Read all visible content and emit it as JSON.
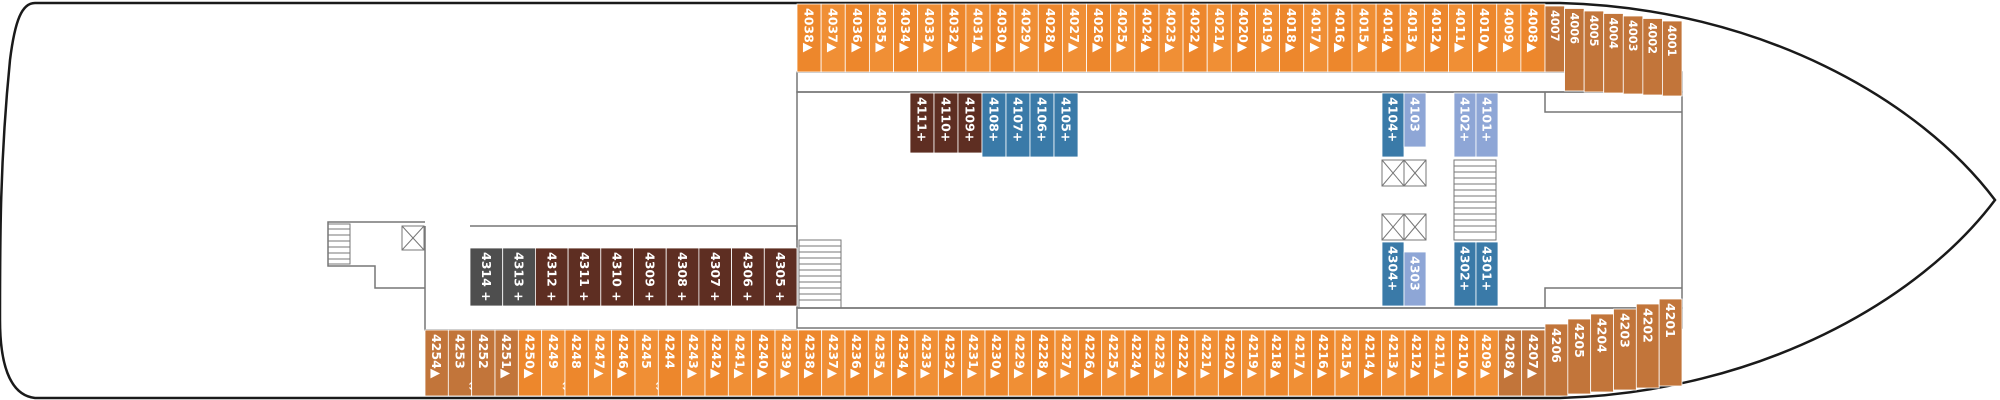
{
  "colors": {
    "balcony": "#ED872C",
    "balcony_alt": "#F08F35",
    "balcony_dark": "#C2753A",
    "suite": "#5E2E22",
    "suite_grey": "#4E4E4E",
    "ocean_blue": "#3A7AA8",
    "light_blue": "#8EA6D6",
    "hull_line": "#1a1a1a",
    "wall_line": "#666666"
  },
  "cabin_groups": {
    "top_forward": [
      "4007",
      "4006",
      "4005",
      "4004",
      "4003",
      "4002",
      "4001"
    ],
    "top_row": [
      "4038",
      "4037",
      "4036",
      "4035",
      "4034",
      "4033",
      "4032",
      "4031",
      "4030",
      "4029",
      "4028",
      "4027",
      "4026",
      "4025",
      "4024",
      "4023",
      "4022",
      "4021",
      "4020",
      "4019",
      "4018",
      "4017",
      "4016",
      "4015",
      "4014",
      "4013",
      "4012",
      "4011",
      "4010",
      "4009",
      "4008"
    ],
    "bottom_row": [
      "4254",
      "4253",
      "4252",
      "4251",
      "4250",
      "4249",
      "4248",
      "4247",
      "4246",
      "4245",
      "4244",
      "4243",
      "4242",
      "4241",
      "4240",
      "4239",
      "4238",
      "4237",
      "4236",
      "4235",
      "4234",
      "4233",
      "4232",
      "4231",
      "4230",
      "4229",
      "4228",
      "4227",
      "4226",
      "4225",
      "4224",
      "4223",
      "4222",
      "4221",
      "4220",
      "4219",
      "4218",
      "4217",
      "4216",
      "4215",
      "4214",
      "4213",
      "4212",
      "4211",
      "4210",
      "4209",
      "4208",
      "4207"
    ],
    "bottom_forward": [
      "4206",
      "4205",
      "4204",
      "4203",
      "4202",
      "4201"
    ],
    "aft_suites": [
      "4314",
      "4313",
      "4312",
      "4311",
      "4310",
      "4309",
      "4308",
      "4307",
      "4306",
      "4305"
    ],
    "inner_suites_top": [
      "4111",
      "4110",
      "4109"
    ],
    "inner_blue_top": [
      "4108",
      "4107",
      "4106",
      "4105"
    ],
    "center_pair_top": [
      "4104",
      "4103"
    ],
    "center_pair_bottom": [
      "4304",
      "4303"
    ],
    "fwd_pair_top": [
      "4102",
      "4101"
    ],
    "fwd_pair_bottom": [
      "4302",
      "4301"
    ]
  },
  "symbols": {
    "balcony_marker": "▲",
    "suite_marker": "+",
    "connecting_marker": "↕"
  }
}
